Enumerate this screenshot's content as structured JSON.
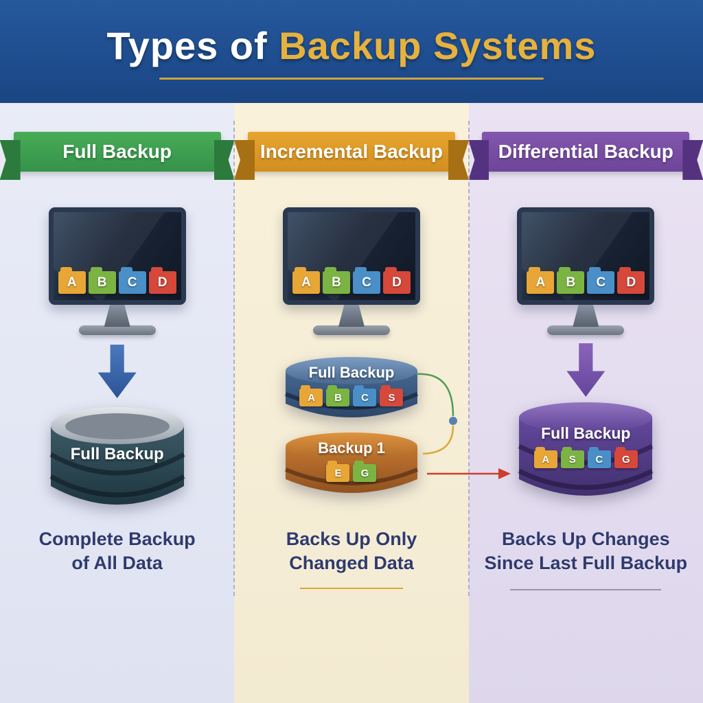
{
  "header": {
    "title_white": "Types of",
    "title_gold": "Backup Systems"
  },
  "columns": [
    {
      "ribbon": "Full Backup",
      "folders": [
        "A",
        "B",
        "C",
        "D"
      ],
      "database": {
        "label": "Full Backup"
      },
      "caption_line1": "Complete Backup",
      "caption_line2": "of All Data"
    },
    {
      "ribbon": "Incremental Backup",
      "folders": [
        "A",
        "B",
        "C",
        "D"
      ],
      "database_full": {
        "label": "Full Backup",
        "folders": [
          "A",
          "B",
          "C",
          "S"
        ]
      },
      "database_incremental": {
        "label": "Backup 1",
        "folders": [
          "E",
          "G"
        ]
      },
      "caption_line1": "Backs Up Only",
      "caption_line2": "Changed Data"
    },
    {
      "ribbon": "Differential Backup",
      "folders": [
        "A",
        "B",
        "C",
        "D"
      ],
      "database": {
        "label": "Full Backup",
        "folders": [
          "A",
          "S",
          "C",
          "G"
        ]
      },
      "caption_line1": "Backs Up Changes",
      "caption_line2": "Since Last Full Backup"
    }
  ],
  "palette": {
    "header_bg": "#1d4b8c",
    "title_gold": "#e6b23d",
    "ribbon_full_backup": "#3ea24f",
    "ribbon_incremental": "#dd9b27",
    "ribbon_differential": "#7a4fa5",
    "folder_amber": "#e7a636",
    "folder_green": "#7cb443",
    "folder_blue": "#4a8fc7",
    "folder_red": "#d5483a",
    "arrow_blue": "#3a66ad",
    "arrow_purple": "#7a56ad",
    "database_teal": "#2c4b58",
    "database_blue": "#41628c",
    "database_orange": "#bf6f2b",
    "database_purple": "#5e4394",
    "caption_text": "#2f3a6e"
  }
}
